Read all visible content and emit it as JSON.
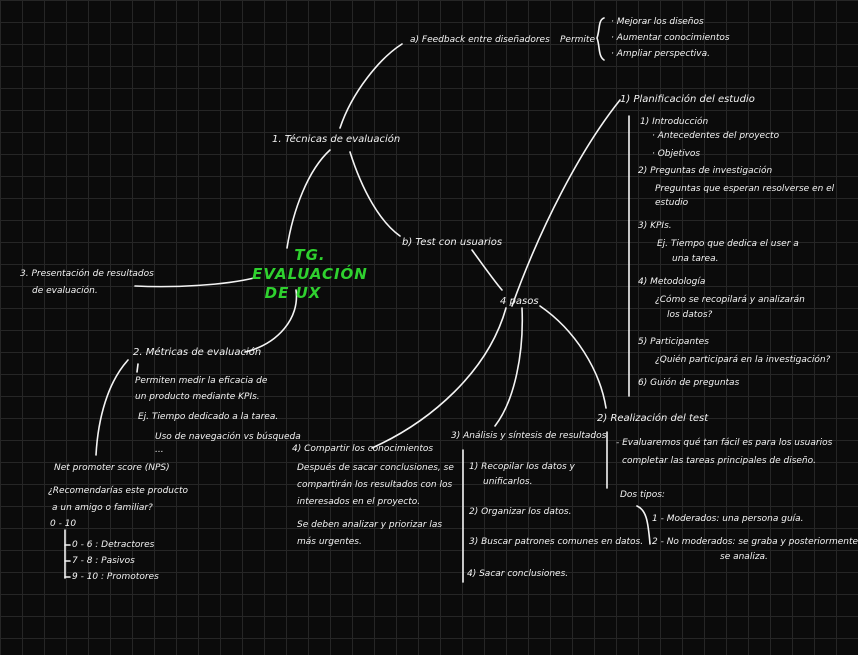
{
  "title": {
    "line1": "TG. EVALUACIÓN",
    "line2": "DE  UX"
  },
  "tecnicas": {
    "label": "1. Técnicas de evaluación",
    "feedback": "a) Feedback entre diseñadores",
    "permite": "Permite",
    "permite_items": [
      "· Mejorar los diseños",
      "· Aumentar conocimientos",
      "· Ampliar perspectiva."
    ],
    "test": "b) Test con usuarios"
  },
  "presentacion": {
    "line1": "3. Presentación de resultados",
    "line2": "de evaluación."
  },
  "metricas": {
    "label": "2. Métricas de evaluación",
    "desc1": "Permiten medir la eficacia de",
    "desc2": "un producto mediante KPIs.",
    "ej1": "Ej. Tiempo dedicado a la tarea.",
    "ej2": "Uso de navegación vs búsqueda",
    "ej3": "...",
    "nps": {
      "label": "Net promoter score (NPS)",
      "q1": "¿Recomendarías este producto",
      "q2": "a un amigo o familiar?",
      "range": "0 - 10",
      "items": [
        "0 - 6 : Detractores",
        "7 - 8 : Pasivos",
        "9 - 10 : Promotores"
      ]
    }
  },
  "pasos": {
    "label": "4 pasos",
    "planificacion": {
      "label": "1) Planificación del estudio",
      "lines": [
        "1) Introducción",
        "· Antecedentes del proyecto",
        "· Objetivos",
        "2) Preguntas de investigación",
        "Preguntas que esperan resolverse en el",
        "estudio",
        "3) KPIs.",
        "Ej. Tiempo que dedica el user a",
        "una tarea.",
        "4) Metodología",
        "¿Cómo se recopilará y analizarán",
        "los datos?",
        "5) Participantes",
        "¿Quién participará en la investigación?",
        "6) Guión de preguntas"
      ]
    },
    "realizacion": {
      "label": "2) Realización del test",
      "desc1": "- Evaluaremos qué tan fácil es para los usuarios",
      "desc2": "completar las tareas principales de diseño.",
      "tipos": "Dos tipos:",
      "tipo1": "1 - Moderados: una persona guía.",
      "tipo2a": "2 - No moderados: se graba y posteriormente",
      "tipo2b": "se analiza."
    },
    "analisis": {
      "label": "3) Análisis y síntesis de resultados",
      "lines": [
        "1) Recopilar los datos y",
        "unificarlos.",
        "2) Organizar los datos.",
        "3) Buscar patrones comunes en datos.",
        "4) Sacar conclusiones."
      ]
    },
    "compartir": {
      "label": "4) Compartir los conocimientos",
      "lines": [
        "Después de sacar conclusiones, se",
        "compartirán los resultados con los",
        "interesados en el proyecto.",
        "Se deben analizar y priorizar las",
        "más urgentes."
      ]
    }
  }
}
